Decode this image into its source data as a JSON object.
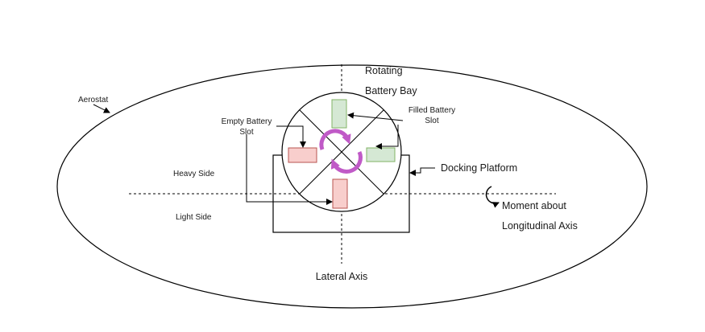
{
  "diagram": {
    "labels": {
      "aerostat": "Aerostat",
      "rotating_line1": "Rotating",
      "rotating_line2": "Battery Bay",
      "empty_slot_line1": "Empty Battery",
      "empty_slot_line2": "Slot",
      "filled_slot_line1": "Filled Battery",
      "filled_slot_line2": "Slot",
      "docking_platform": "Docking Platform",
      "heavy_side": "Heavy Side",
      "light_side": "Light Side",
      "moment_line1": "Moment about",
      "moment_line2": "Longitudinal Axis",
      "lateral_axis": "Lateral Axis"
    },
    "colors": {
      "empty_slot_fill": "#f8cecc",
      "empty_slot_stroke": "#b85450",
      "filled_slot_fill": "#d5e8d4",
      "filled_slot_stroke": "#82b366",
      "rotation_arrow": "#c05ac7",
      "line": "#000000"
    },
    "icons": [
      "rotation-cycle-icon",
      "counterclockwise-moment-icon"
    ]
  }
}
